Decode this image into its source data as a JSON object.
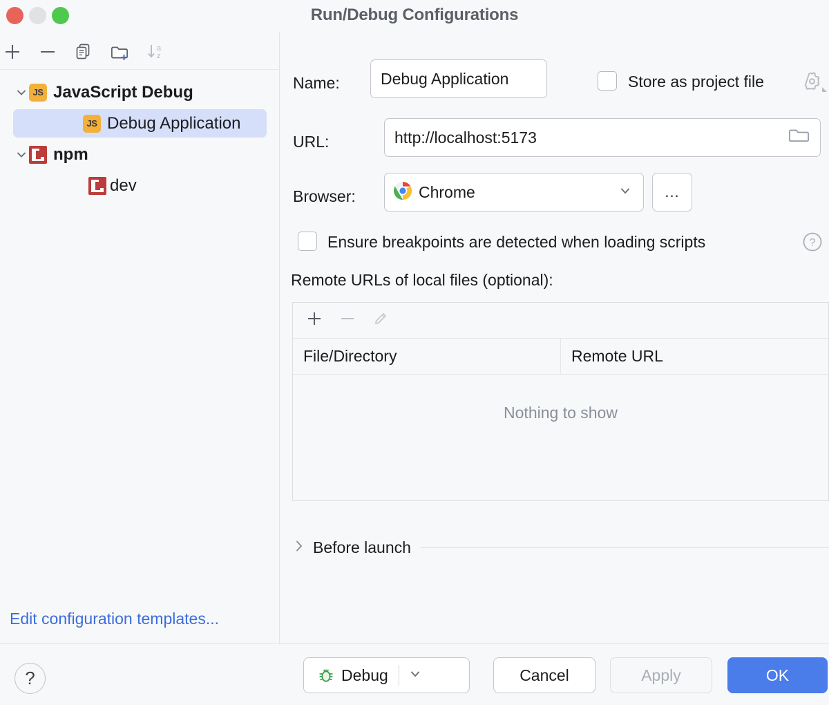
{
  "window": {
    "title": "Run/Debug Configurations",
    "traffic_lights": [
      "close-red",
      "minimize-yellow",
      "zoom-green"
    ]
  },
  "left_toolbar": {
    "buttons": [
      {
        "name": "add-configuration-button",
        "icon": "plus-icon",
        "label": "+"
      },
      {
        "name": "remove-configuration-button",
        "icon": "minus-icon",
        "label": "−"
      },
      {
        "name": "copy-configuration-button",
        "icon": "copy-icon",
        "label": "Copy"
      },
      {
        "name": "new-folder-button",
        "icon": "new-folder-icon",
        "label": "New Folder"
      },
      {
        "name": "sort-configurations-button",
        "icon": "sort-az-icon",
        "label": "Sort"
      }
    ]
  },
  "tree": {
    "items": [
      {
        "label": "JavaScript Debug",
        "icon": "js-badge-icon",
        "icon_text": "JS",
        "expanded": true,
        "selected": false,
        "level": 0
      },
      {
        "label": "Debug Application",
        "icon": "js-badge-icon",
        "icon_text": "JS",
        "expanded": false,
        "selected": true,
        "level": 1
      },
      {
        "label": "npm",
        "icon": "npm-badge-icon",
        "icon_text": "",
        "expanded": true,
        "selected": false,
        "level": 0
      },
      {
        "label": "dev",
        "icon": "npm-badge-icon",
        "icon_text": "",
        "expanded": false,
        "selected": false,
        "level": 1
      }
    ],
    "edit_templates_link": "Edit configuration templates..."
  },
  "form": {
    "name_label": "Name:",
    "name_value": "Debug Application",
    "store_as_project_file_label": "Store as project file",
    "store_as_project_file_checked": false,
    "store_gear_icon": "gear-dropdown-icon",
    "url_label": "URL:",
    "url_value": "http://localhost:5173",
    "url_browse_icon": "folder-icon",
    "browser_label": "Browser:",
    "browser_value": "Chrome",
    "browser_icon": "chrome-icon",
    "browser_dropdown_icon": "chevron-down-icon",
    "browser_more_button": "...",
    "ensure_breakpoints_label": "Ensure breakpoints are detected when loading scripts",
    "ensure_breakpoints_checked": false,
    "ensure_breakpoints_help_icon": "help-circle-icon",
    "remote_urls_label": "Remote URLs of local files (optional):",
    "table_toolbar": [
      {
        "name": "table-add-button",
        "icon": "plus-icon",
        "enabled": true
      },
      {
        "name": "table-remove-button",
        "icon": "minus-icon",
        "enabled": false
      },
      {
        "name": "table-edit-button",
        "icon": "pencil-icon",
        "enabled": false
      }
    ],
    "table_headers": [
      "File/Directory",
      "Remote URL"
    ],
    "table_rows": [],
    "table_empty_text": "Nothing to show",
    "before_launch_label": "Before launch",
    "before_launch_expanded": false,
    "before_launch_chevron": "chevron-right-icon"
  },
  "bottom_bar": {
    "help_button": "?",
    "debug_button": "Debug",
    "debug_icon": "bug-icon",
    "debug_dropdown_icon": "chevron-down-icon",
    "cancel_button": "Cancel",
    "apply_button": "Apply",
    "apply_enabled": false,
    "ok_button": "OK"
  },
  "colors": {
    "background": "#f7f8fa",
    "selection": "#d6dffa",
    "accent_blue": "#4a7cea",
    "link_blue": "#3b6ddd",
    "js_badge": "#f3b03b",
    "npm_red": "#bc3b3b",
    "bug_green": "#3f9b49",
    "text": "#1b1c1e",
    "muted_text": "#8a8f99"
  }
}
